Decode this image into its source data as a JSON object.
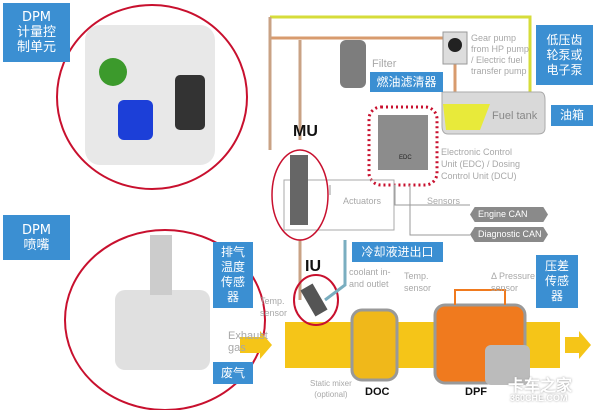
{
  "labels_cn": {
    "dpm_unit": "DPM\n计量控\n制单元",
    "dpm_nozzle": "DPM\n喷嘴",
    "filter": "燃油滤清器",
    "gear_pump": "低压齿\n轮泵或\n电子泵",
    "fuel_tank": "油箱",
    "coolant": "冷却液进出口",
    "temp_sensor": "排气\n温度\n传感\n器",
    "pressure_sensor": "压差\n传感\n器",
    "exhaust": "废气"
  },
  "labels_en": {
    "mu": "MU",
    "iu": "IU",
    "filter": "Filter",
    "gear_pump": "Gear pump\nfrom HP pump\n/ Electric fuel\ntransfer pump",
    "fuel_tank": "Fuel tank",
    "ecu": "Electronic Control\nUnit (EDC) / Dosing\nControl Unit (DCU)",
    "edc": "EDC",
    "actuators": "Actuators",
    "sensors": "Sensors",
    "engine_can": "Engine CAN",
    "diagnostic_can": "Diagnostic CAN",
    "coolant": "coolant in-\nand outlet",
    "temp_sensor_1": "Temp.\nsensor",
    "temp_sensor_2": "Temp.\nsensor",
    "pressure_sensor": "Δ Pressure\nsensor",
    "exhaust_gas": "Exhaust\ngas",
    "static_mixer": "Static mixer\n(optional)",
    "doc": "DOC",
    "dpf": "DPF"
  },
  "watermark": {
    "brand": "卡车之家",
    "url": "360CHE.COM"
  },
  "colors": {
    "blue": "#3b8fd2",
    "red": "#c8102e",
    "yellow": "#f5c518",
    "orange": "#f07a1e",
    "fuel_line": "#d6dc3a"
  }
}
